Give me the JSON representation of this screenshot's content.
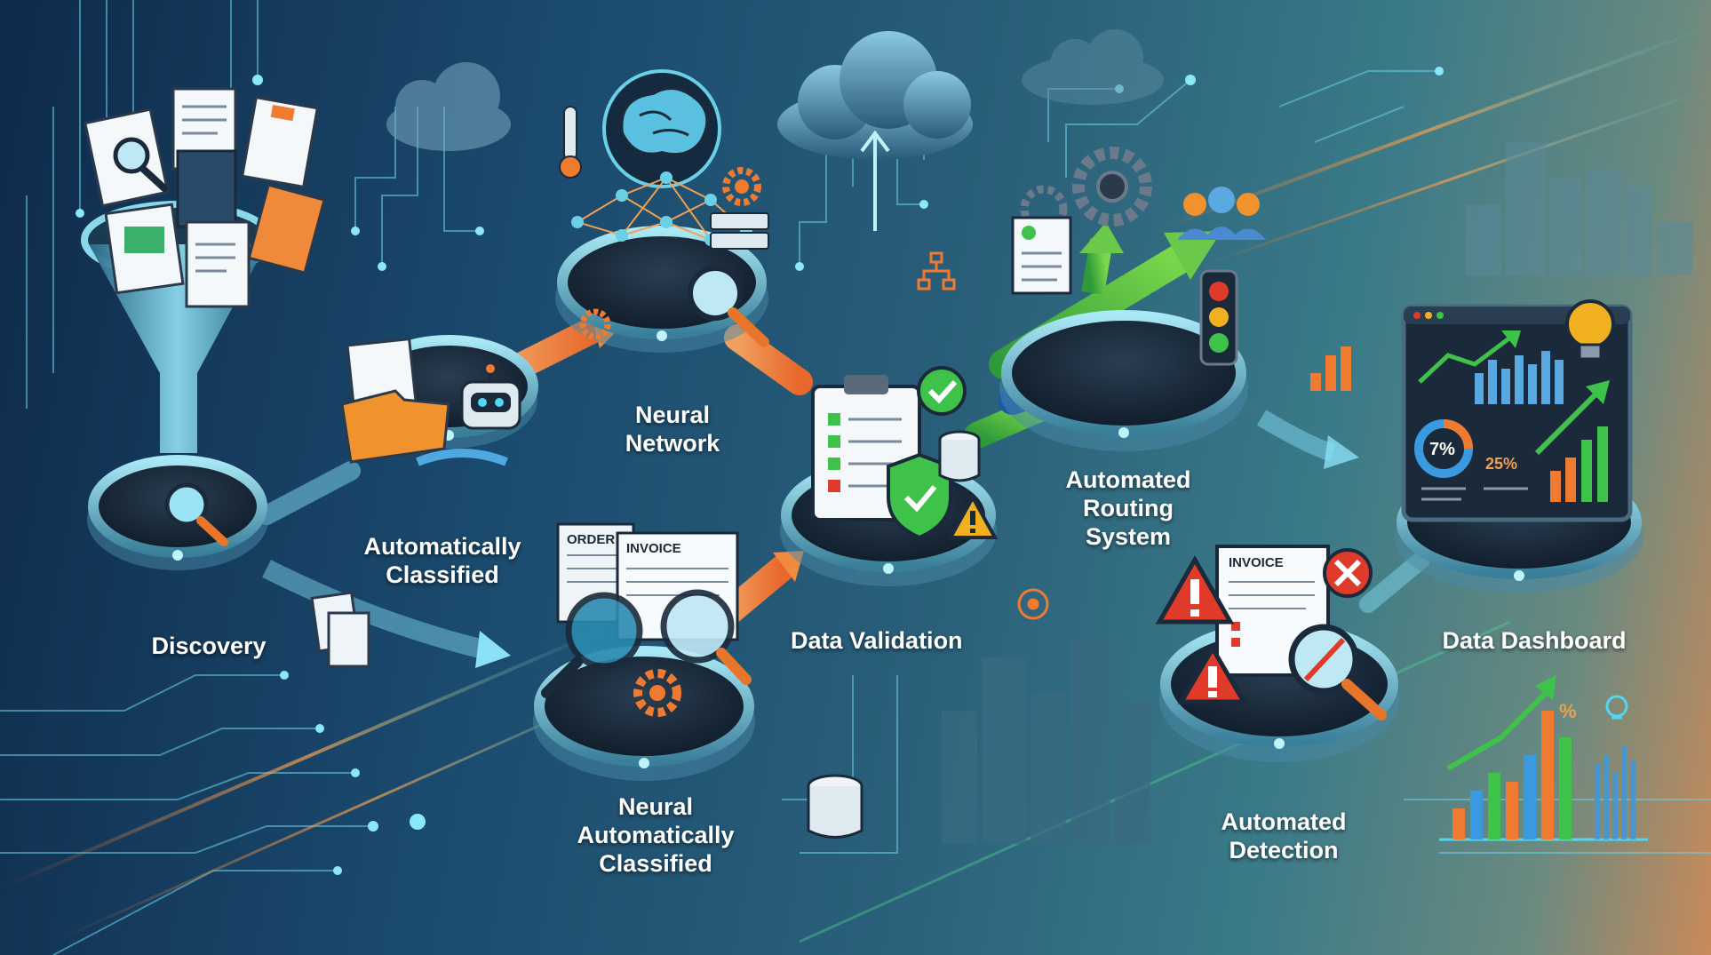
{
  "stages": {
    "discovery": "Discovery",
    "auto_classified": "Automatically Classified",
    "neural_network": "Neural Network",
    "neural_auto_classified": "Neural Automatically Classified",
    "data_validation": "Data Validation",
    "routing": "Automated Routing System",
    "detection": "Automated Detection",
    "dashboard": "Data Dashboard"
  },
  "documents": {
    "order": "ORDER",
    "invoice_1": "INVOICE",
    "invoice_2": "INVOICE"
  },
  "dashboard_metrics": {
    "donut_value": "7%",
    "percent_value": "25%"
  },
  "corner_chart_label": "%",
  "colors": {
    "accent_cyan": "#4fd8f0",
    "accent_orange": "#f07a30",
    "accent_green": "#3ec24a",
    "accent_blue": "#2a8ad8",
    "warning_red": "#e03a2a",
    "platform_dark": "#1a2a3a"
  },
  "icons": [
    "funnel-icon",
    "magnifier-icon",
    "folder-icon",
    "robot-icon",
    "brain-icon",
    "gear-icon",
    "cloud-icon",
    "clipboard-icon",
    "shield-icon",
    "warning-icon",
    "database-icon",
    "traffic-light-icon",
    "people-icon",
    "lightbulb-icon",
    "error-icon"
  ]
}
